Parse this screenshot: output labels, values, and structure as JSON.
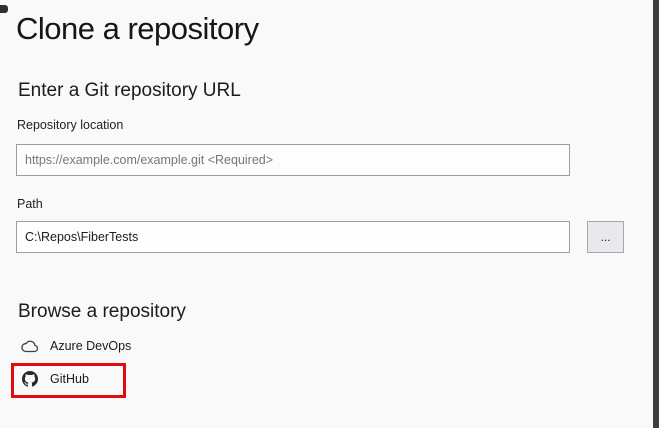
{
  "page": {
    "title": "Clone a repository",
    "background_color": "#f9f9f9",
    "edge_strip_color": "#3e3e40"
  },
  "url_section": {
    "heading": "Enter a Git repository URL",
    "location_label": "Repository location",
    "url_placeholder": "https://example.com/example.git <Required>",
    "url_value": "",
    "path_label": "Path",
    "path_value": "C:\\Repos\\FiberTests",
    "browse_button_label": "..."
  },
  "browse_section": {
    "heading": "Browse a repository",
    "providers": [
      {
        "label": "Azure DevOps",
        "icon": "azure-devops-cloud-icon",
        "highlighted": false
      },
      {
        "label": "GitHub",
        "icon": "github-icon",
        "highlighted": true
      }
    ]
  },
  "annotation": {
    "type": "highlight-rectangle",
    "color": "#e00b0b",
    "target": "GitHub"
  }
}
